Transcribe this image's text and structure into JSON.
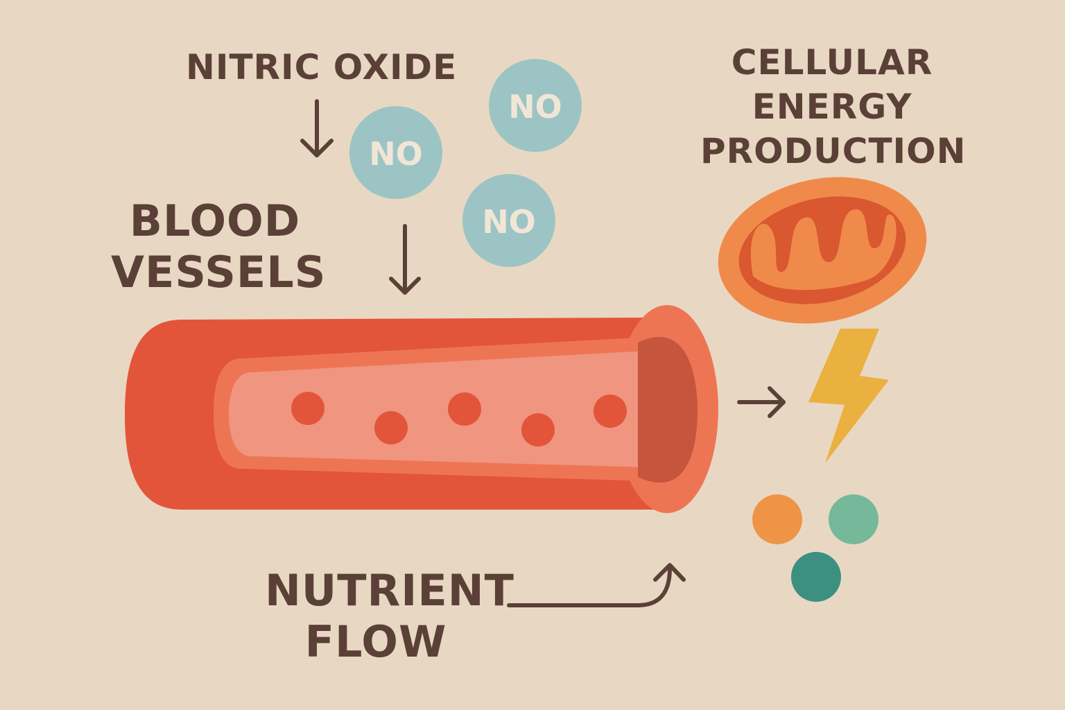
{
  "labels": {
    "nitric_oxide": "NITRIC OXIDE",
    "cellular_line1": "CELLULAR",
    "cellular_line2": "ENERGY",
    "cellular_line3": "PRODUCTION",
    "blood_line1": "BLOOD",
    "blood_line2": "VESSELS",
    "nutrient_line1": "NUTRIENT",
    "nutrient_line2": "FLOW"
  },
  "molecules": [
    {
      "text": "NO"
    },
    {
      "text": "NO"
    },
    {
      "text": "NO"
    }
  ],
  "colors": {
    "background": "#e8d8c3",
    "text": "#5a4036",
    "molecule": "#9cc4c4",
    "vessel_outer": "#e2553a",
    "vessel_rim": "#ee7554",
    "vessel_inner": "#ef9580",
    "vessel_opening": "#c6553e",
    "mitochondria_outer": "#f08a4b",
    "mitochondria_inner": "#d9582f",
    "lightning": "#eab040",
    "nutrient_orange": "#ef9447",
    "nutrient_teal_light": "#76b89a",
    "nutrient_teal_dark": "#3b9080"
  },
  "icons": [
    "down-arrow-icon",
    "right-arrow-icon",
    "curved-arrow-icon",
    "lightning-bolt-icon",
    "mitochondria-icon",
    "blood-vessel-icon"
  ]
}
